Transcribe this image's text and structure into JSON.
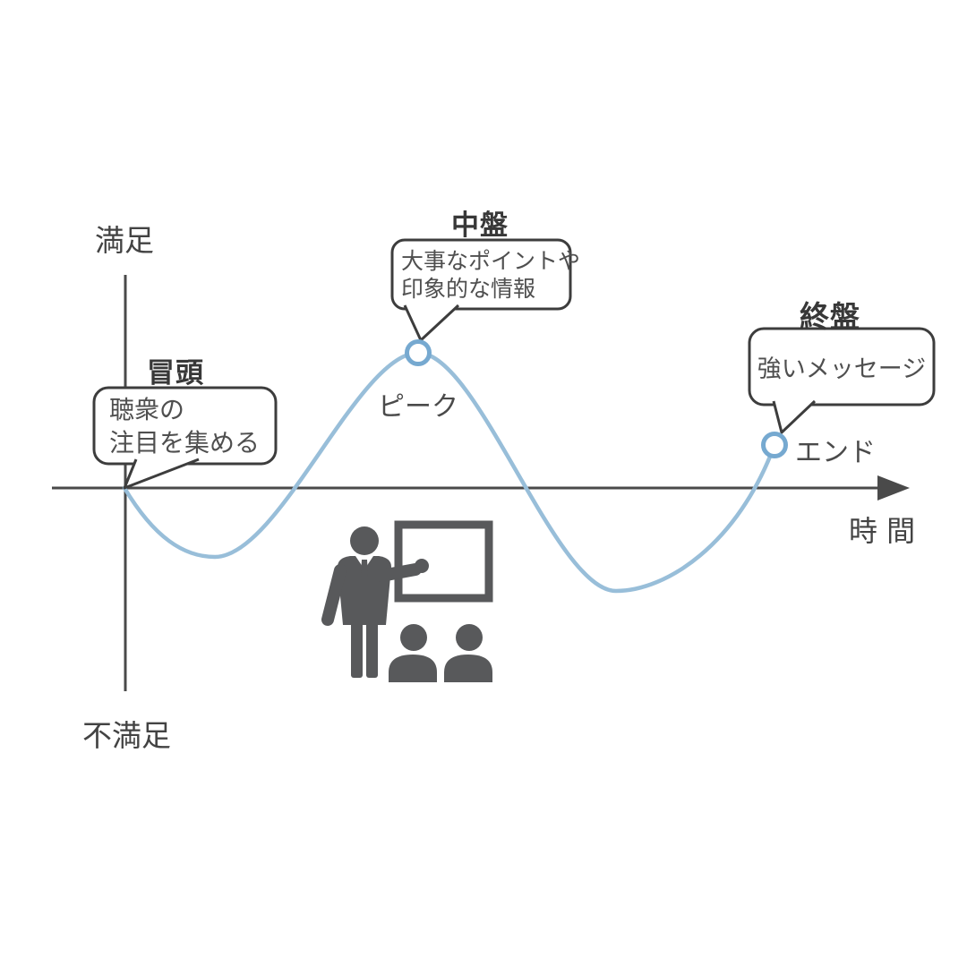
{
  "chart": {
    "type": "concept-curve-diagram",
    "description_theme": "presentation satisfaction curve over time",
    "y_axis_top_label": "満足",
    "y_axis_bottom_label": "不満足",
    "x_axis_label": "時 間",
    "stages": [
      {
        "title": "冒頭",
        "note_lines": [
          "聴衆の",
          "注目を集める"
        ],
        "point_label": ""
      },
      {
        "title": "中盤",
        "note_lines": [
          "大事なポイントや",
          "印象的な情報"
        ],
        "point_label": "ピーク"
      },
      {
        "title": "終盤",
        "note_lines": [
          "強いメッセージ",
          ""
        ],
        "point_label": "エンド"
      }
    ],
    "curve_shape": [
      {
        "x": "start-origin",
        "y": "neutral"
      },
      {
        "x": "early",
        "y": "dip-below-axis"
      },
      {
        "x": "middle",
        "y": "peak-above-axis-marked"
      },
      {
        "x": "late",
        "y": "dip-below-axis"
      },
      {
        "x": "end",
        "y": "rise-above-axis-marked"
      }
    ],
    "colors": {
      "curve": "#98bed9",
      "marker_stroke": "#76a9d0",
      "marker_fill": "#ffffff",
      "axis": "#4a4a4a",
      "bubble_border": "#3d3d3d",
      "icon": "#58595b",
      "text": "#434343"
    }
  },
  "icons": {
    "presenter_scene": "presenter-pointing-at-whiteboard-with-audience"
  }
}
